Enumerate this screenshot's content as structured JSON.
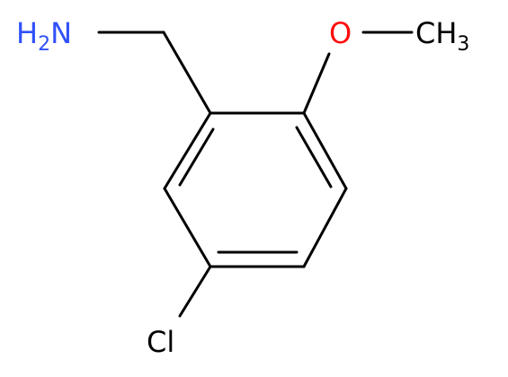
{
  "atoms": {
    "amine": {
      "element": "H",
      "subscript": "2",
      "rest": "N",
      "color": "#3050F8"
    },
    "oxygen": {
      "label": "O",
      "color": "#FF0D0D"
    },
    "methyl": {
      "element": "CH",
      "subscript": "3",
      "color": "#000000"
    },
    "chlorine": {
      "label": "Cl",
      "color": "#000000"
    }
  },
  "colors": {
    "bond": "#000000",
    "background": "#ffffff"
  }
}
